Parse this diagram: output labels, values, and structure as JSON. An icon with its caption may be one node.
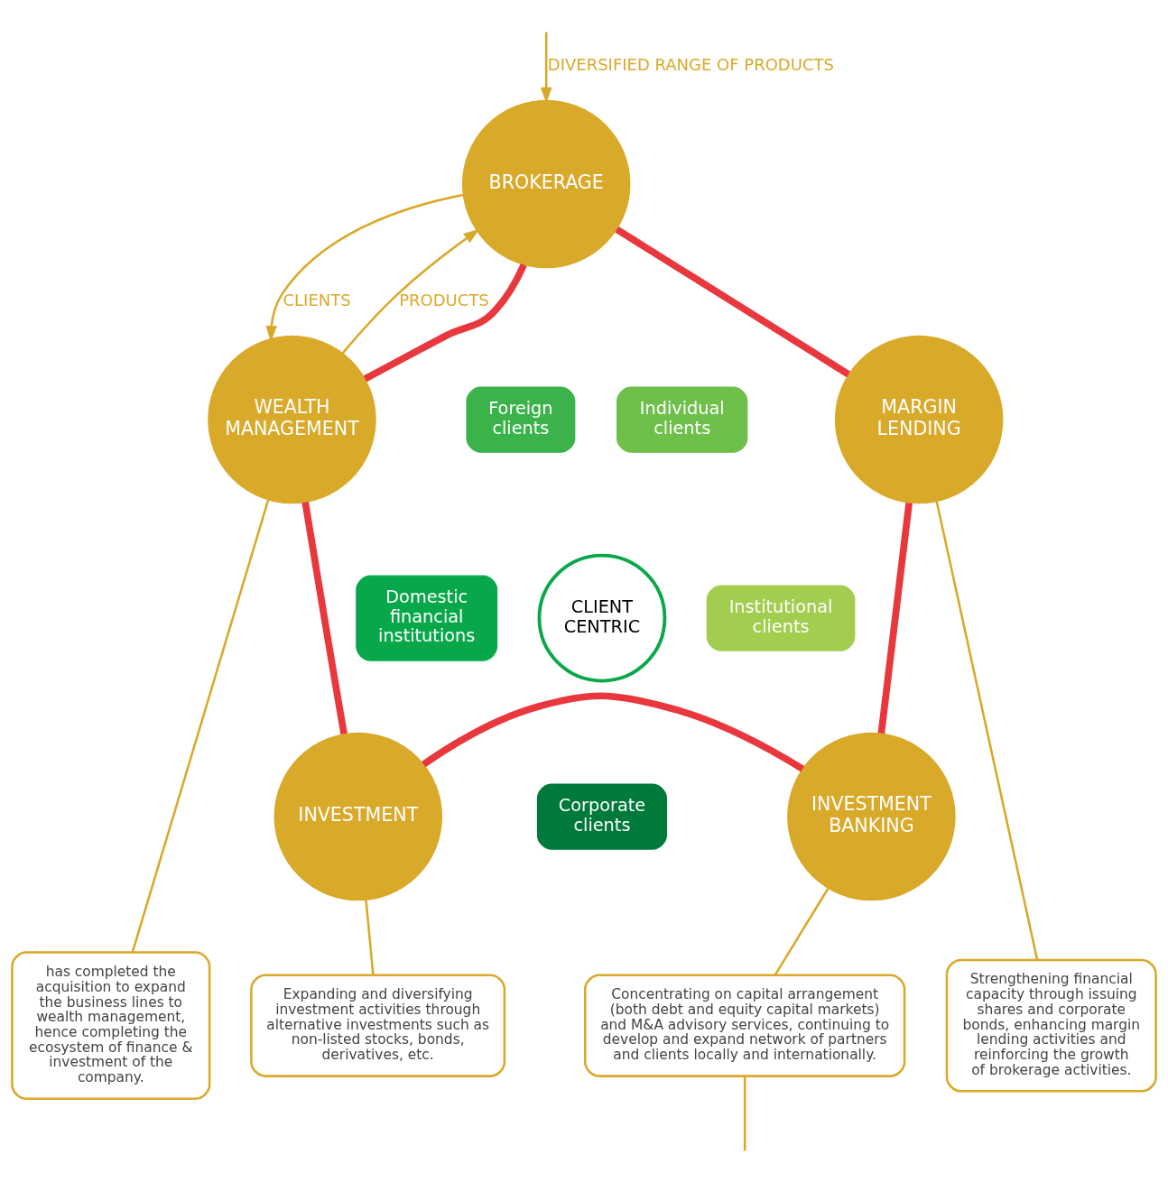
{
  "diagram": {
    "nodes": [
      {
        "text": [
          "BROKERAGE"
        ]
      },
      {
        "text": [
          "WEALTH MANAGEMENT"
        ]
      },
      {
        "text": [
          "Foreign clients"
        ]
      },
      {
        "text": [
          "Individual clients"
        ]
      },
      {
        "text": [
          "MARGIN LENDING"
        ]
      },
      {
        "text": [
          "CLIENT CENTRIC"
        ]
      },
      {
        "text": [
          "Domestic financial institutions"
        ]
      },
      {
        "text": [
          "Institutional clients"
        ]
      },
      {
        "text": [
          "has completed the acquisition to expand the business lines to wealth management, hence completing the ecosystem of finance & investment of the company."
        ]
      },
      {
        "text": [
          "INVESTMENT"
        ]
      },
      {
        "text": [
          "Corporate clients"
        ]
      },
      {
        "text": [
          "INVESTMENT BANKING"
        ]
      },
      {
        "text": [
          "Strengthening financial capacity through issuing shares and corporate bonds, enhancing margin lending activities and reinforcing the growth of brokerage activities."
        ]
      },
      {
        "text": [
          "Expanding and diversifying investment activities through alternative investments such as non-listed stocks, bonds, derivatives, etc."
        ]
      },
      {
        "text": [
          "Concentrating on capital arrangement (both debt and equity capital markets) and M&A advisory services, continuing to develop and expand network of partners and clients locally and internationally."
        ]
      }
    ],
    "edges": [
      {
        "from": 0,
        "to": 1,
        "arrow": "to",
        "label": "CLIENTS"
      },
      {
        "from": 1,
        "to": 0,
        "arrow": "to",
        "label": "PRODUCTS"
      },
      {
        "from": null,
        "to": 0,
        "arrow": "to",
        "label": "DIVERSIFIED RANGE OF PRODUCTS"
      },
      {
        "from": 0,
        "to": 4,
        "arrow": "none",
        "style": "thick",
        "color": "#e8383d"
      },
      {
        "from": 4,
        "to": 11,
        "arrow": "none",
        "style": "thick",
        "color": "#e8383d"
      },
      {
        "from": 11,
        "to": 9,
        "arrow": "none",
        "style": "thick",
        "color": "#e8383d"
      },
      {
        "from": 9,
        "to": 1,
        "arrow": "none",
        "style": "thick",
        "color": "#e8383d"
      },
      {
        "from": 1,
        "to": 0,
        "arrow": "none",
        "style": "thick",
        "color": "#e8383d"
      },
      {
        "from": 1,
        "to": 8,
        "arrow": "none"
      },
      {
        "from": 4,
        "to": 12,
        "arrow": "none"
      },
      {
        "from": 9,
        "to": 13,
        "arrow": "none"
      },
      {
        "from": 11,
        "to": 14,
        "arrow": "none"
      },
      {
        "from": 14,
        "to": null,
        "arrow": "none"
      }
    ]
  }
}
